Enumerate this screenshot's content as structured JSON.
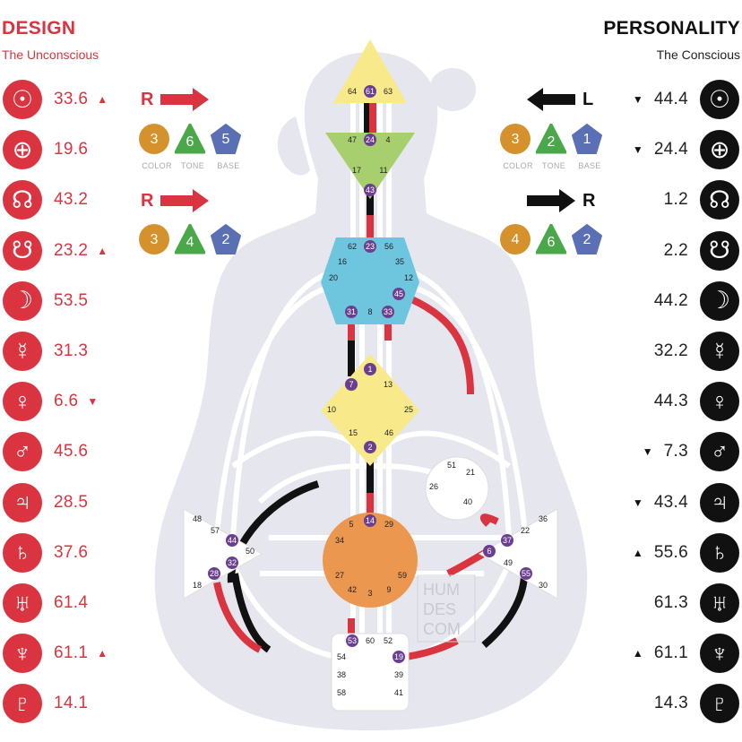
{
  "header": {
    "design_title": "DESIGN",
    "design_subtitle": "The Unconscious",
    "personality_title": "PERSONALITY",
    "personality_subtitle": "The Conscious"
  },
  "colors": {
    "design_red": "#d93440",
    "personality_black": "#111111",
    "color_badge": "#d4912c",
    "tone_badge": "#4aa84a",
    "base_badge": "#5b6fb5"
  },
  "design": {
    "planets": [
      {
        "icon": "sun-icon",
        "glyph": "☉",
        "value": "33.6",
        "marker": "▲"
      },
      {
        "icon": "earth-icon",
        "glyph": "⊕",
        "value": "19.6",
        "marker": ""
      },
      {
        "icon": "north-node-icon",
        "glyph": "☊",
        "value": "43.2",
        "marker": ""
      },
      {
        "icon": "south-node-icon",
        "glyph": "☋",
        "value": "23.2",
        "marker": "▲"
      },
      {
        "icon": "moon-icon",
        "glyph": "☽",
        "value": "53.5",
        "marker": ""
      },
      {
        "icon": "mercury-icon",
        "glyph": "☿",
        "value": "31.3",
        "marker": ""
      },
      {
        "icon": "venus-icon",
        "glyph": "♀",
        "value": "6.6",
        "marker": "▼"
      },
      {
        "icon": "mars-icon",
        "glyph": "♂",
        "value": "45.6",
        "marker": ""
      },
      {
        "icon": "jupiter-icon",
        "glyph": "♃",
        "value": "28.5",
        "marker": ""
      },
      {
        "icon": "saturn-icon",
        "glyph": "♄",
        "value": "37.6",
        "marker": ""
      },
      {
        "icon": "uranus-icon",
        "glyph": "♅",
        "value": "61.4",
        "marker": ""
      },
      {
        "icon": "neptune-icon",
        "glyph": "♆",
        "value": "61.1",
        "marker": "▲"
      },
      {
        "icon": "pluto-icon",
        "glyph": "♇",
        "value": "14.1",
        "marker": ""
      }
    ],
    "arrow1": {
      "letter": "R"
    },
    "arrow2": {
      "letter": "R"
    },
    "variables1": {
      "color": "3",
      "tone": "6",
      "base": "5"
    },
    "variables2": {
      "color": "3",
      "tone": "4",
      "base": "2"
    },
    "labels": {
      "color": "COLOR",
      "tone": "TONE",
      "base": "BASE"
    }
  },
  "personality": {
    "planets": [
      {
        "icon": "sun-icon",
        "glyph": "☉",
        "value": "44.4",
        "marker": "▼"
      },
      {
        "icon": "earth-icon",
        "glyph": "⊕",
        "value": "24.4",
        "marker": "▼"
      },
      {
        "icon": "north-node-icon",
        "glyph": "☊",
        "value": "1.2",
        "marker": ""
      },
      {
        "icon": "south-node-icon",
        "glyph": "☋",
        "value": "2.2",
        "marker": ""
      },
      {
        "icon": "moon-icon",
        "glyph": "☽",
        "value": "44.2",
        "marker": ""
      },
      {
        "icon": "mercury-icon",
        "glyph": "☿",
        "value": "32.2",
        "marker": ""
      },
      {
        "icon": "venus-icon",
        "glyph": "♀",
        "value": "44.3",
        "marker": ""
      },
      {
        "icon": "mars-icon",
        "glyph": "♂",
        "value": "7.3",
        "marker": "▼"
      },
      {
        "icon": "jupiter-icon",
        "glyph": "♃",
        "value": "43.4",
        "marker": "▼"
      },
      {
        "icon": "saturn-icon",
        "glyph": "♄",
        "value": "55.6",
        "marker": "▲"
      },
      {
        "icon": "uranus-icon",
        "glyph": "♅",
        "value": "61.3",
        "marker": ""
      },
      {
        "icon": "neptune-icon",
        "glyph": "♆",
        "value": "61.1",
        "marker": "▲"
      },
      {
        "icon": "pluto-icon",
        "glyph": "♇",
        "value": "14.3",
        "marker": ""
      }
    ],
    "arrow1": {
      "letter": "L"
    },
    "arrow2": {
      "letter": "R"
    },
    "variables1": {
      "color": "3",
      "tone": "2",
      "base": "1"
    },
    "variables2": {
      "color": "4",
      "tone": "6",
      "base": "2"
    },
    "labels": {
      "color": "COLOR",
      "tone": "TONE",
      "base": "BASE"
    }
  },
  "bodygraph": {
    "watermark": [
      "HUM",
      "DES",
      "COM"
    ],
    "head": {
      "gates": [
        "64",
        "61",
        "63"
      ]
    },
    "ajna": {
      "gates": [
        "47",
        "24",
        "4",
        "17",
        "11",
        "43"
      ]
    },
    "throat": {
      "gates": [
        "62",
        "23",
        "56",
        "16",
        "35",
        "20",
        "12",
        "45",
        "31",
        "8",
        "33"
      ]
    },
    "g_center": {
      "gates": [
        "1",
        "7",
        "13",
        "10",
        "25",
        "15",
        "46",
        "2"
      ]
    },
    "heart": {
      "gates": [
        "51",
        "21",
        "26",
        "40"
      ]
    },
    "spleen": {
      "gates": [
        "48",
        "57",
        "44",
        "50",
        "32",
        "28",
        "18"
      ]
    },
    "sacral": {
      "gates": [
        "5",
        "14",
        "29",
        "34",
        "27",
        "59",
        "42",
        "3",
        "9"
      ]
    },
    "solar_plexus": {
      "gates": [
        "36",
        "22",
        "37",
        "6",
        "49",
        "55",
        "30"
      ]
    },
    "root": {
      "gates": [
        "53",
        "60",
        "52",
        "54",
        "19",
        "38",
        "39",
        "58",
        "41"
      ]
    }
  }
}
